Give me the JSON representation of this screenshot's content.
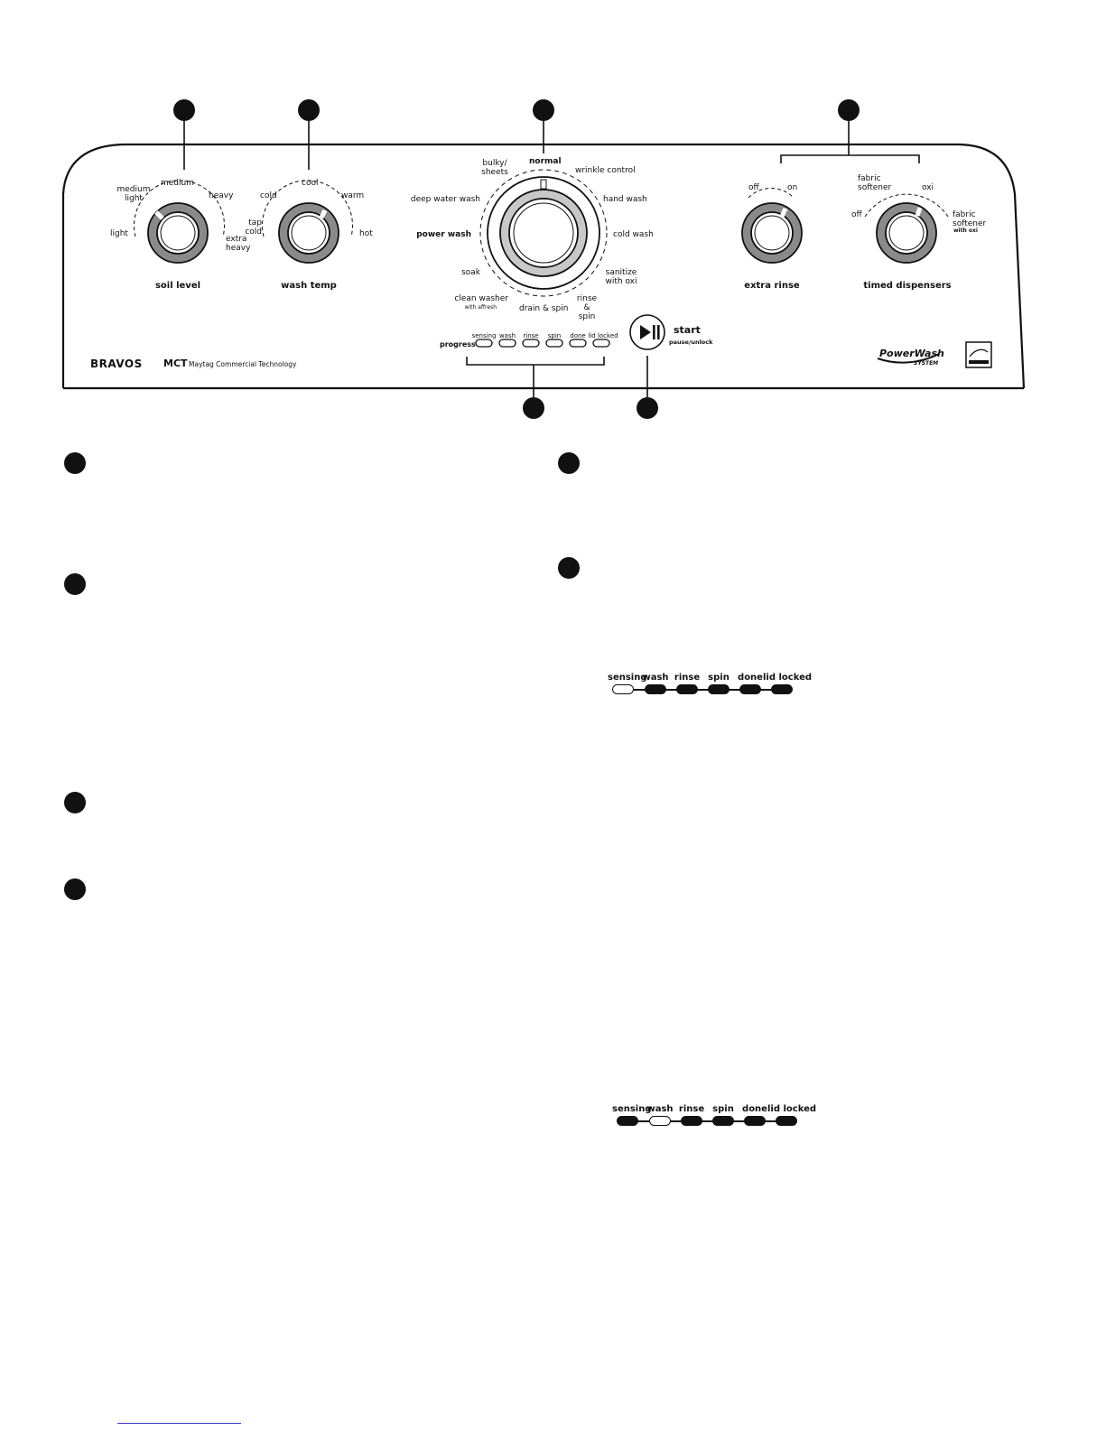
{
  "soil_level": {
    "title": "soil level",
    "settings": [
      "light",
      "medium light",
      "medium",
      "heavy",
      "extra heavy"
    ],
    "selected": "medium light"
  },
  "wash_temp": {
    "title": "wash temp",
    "settings": [
      "tap cold",
      "cold",
      "cool",
      "warm",
      "hot"
    ],
    "selected": "cool"
  },
  "cycle": {
    "left": [
      "bulky/ sheets",
      "deep water wash",
      "power wash",
      "soak",
      "clean washer",
      "drain & spin"
    ],
    "clean_washer_sub": "with affresh",
    "top": "normal",
    "right": [
      "wrinkle control",
      "hand wash",
      "cold wash",
      "sanitize with oxi",
      "rinse & spin"
    ]
  },
  "extra_rinse": {
    "title": "extra rinse",
    "settings": [
      "off",
      "on"
    ],
    "selected": "on"
  },
  "timed_dispensers": {
    "title": "timed dispensers",
    "settings": [
      "off",
      "fabric softener",
      "oxi",
      "fabric softener"
    ],
    "sub": "with oxi",
    "selected": "oxi"
  },
  "progress": {
    "label": "progress",
    "stages": [
      "sensing",
      "wash",
      "rinse",
      "spin",
      "done",
      "lid locked"
    ]
  },
  "start": {
    "label": "start",
    "sub": "pause/unlock",
    "icon": "play-pause-icon"
  },
  "brand": {
    "name": "BRAVOS",
    "mct": "MCT",
    "mct_full": "Maytag Commercial Technology",
    "powerwash": "PowerWash",
    "powerwash_sub": "SYSTEM",
    "energy_badge": "energy-star-icon"
  },
  "strip_example_1": {
    "stages": [
      "sensing",
      "wash",
      "rinse",
      "spin",
      "done",
      "lid locked"
    ],
    "lit": "sensing"
  },
  "strip_example_2": {
    "stages": [
      "sensing",
      "wash",
      "rinse",
      "spin",
      "done",
      "lid locked"
    ],
    "lit": "wash"
  }
}
